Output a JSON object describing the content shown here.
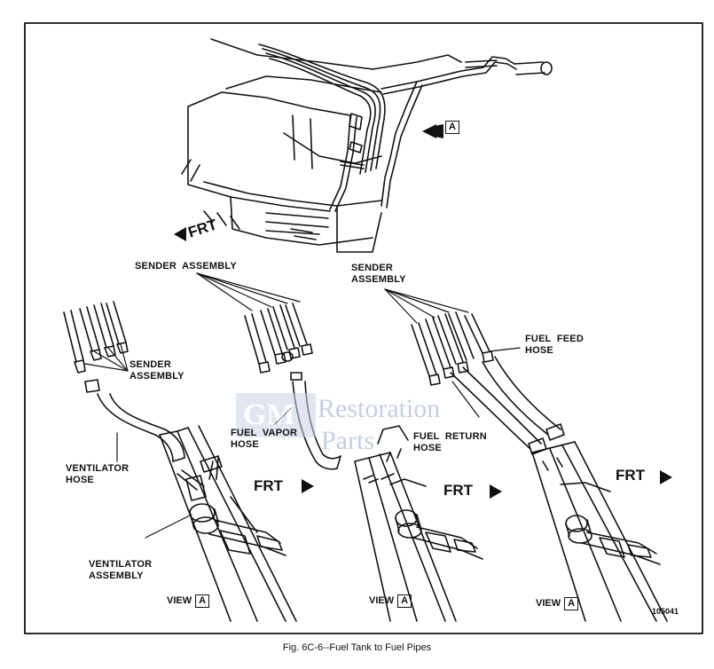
{
  "caption": "Fig. 6C-6--Fuel Tank to Fuel Pipes",
  "part_number": "105041",
  "watermark": {
    "logo": "GM",
    "line1": "Restoration",
    "line2": "Parts"
  },
  "labels": {
    "frt_top": "FRT",
    "frt_1": "FRT",
    "frt_2": "FRT",
    "frt_3": "FRT",
    "box_top": "A",
    "sender_center": "SENDER  ASSEMBLY",
    "sender_right": "SENDER\nASSEMBLY",
    "sender_left": "SENDER\nASSEMBLY",
    "fuel_feed_hose": "FUEL  FEED\nHOSE",
    "fuel_vapor_hose": "FUEL  VAPOR\nHOSE",
    "fuel_return_hose": "FUEL  RETURN\nHOSE",
    "ventilator_hose": "VENTILATOR\nHOSE",
    "ventilator_assembly": "VENTILATOR\nASSEMBLY"
  },
  "views": [
    {
      "text": "VIEW",
      "box": "A"
    },
    {
      "text": "VIEW",
      "box": "A"
    },
    {
      "text": "VIEW",
      "box": "A"
    }
  ]
}
